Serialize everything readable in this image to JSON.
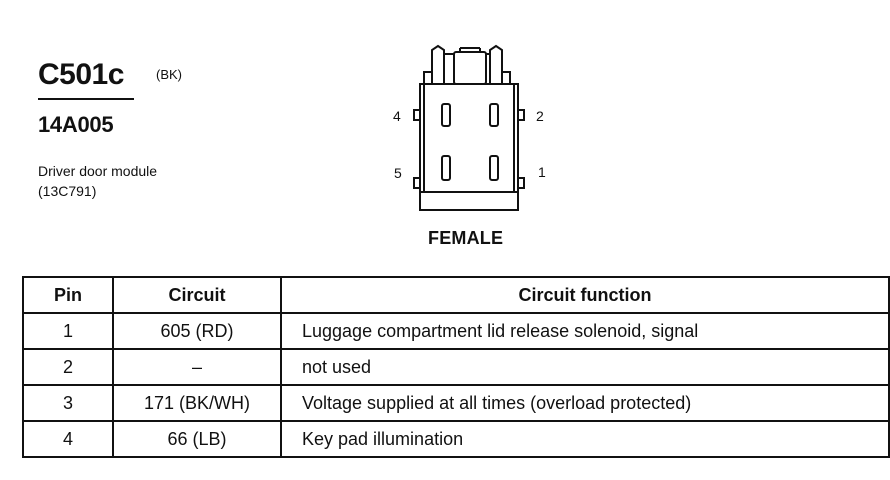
{
  "connector": {
    "id": "C501c",
    "color": "(BK)",
    "part_number": "14A005",
    "description_line1": "Driver door module",
    "description_line2": "(13C791)",
    "gender": "FEMALE",
    "pin_labels": [
      "4",
      "2",
      "5",
      "1"
    ]
  },
  "table": {
    "headers": [
      "Pin",
      "Circuit",
      "Circuit function"
    ],
    "rows": [
      [
        "1",
        "605 (RD)",
        "Luggage compartment lid release solenoid, signal"
      ],
      [
        "2",
        "–",
        "not used"
      ],
      [
        "3",
        "171 (BK/WH)",
        "Voltage supplied at all times (overload protected)"
      ],
      [
        "4",
        "66 (LB)",
        "Key pad illumination"
      ]
    ]
  }
}
